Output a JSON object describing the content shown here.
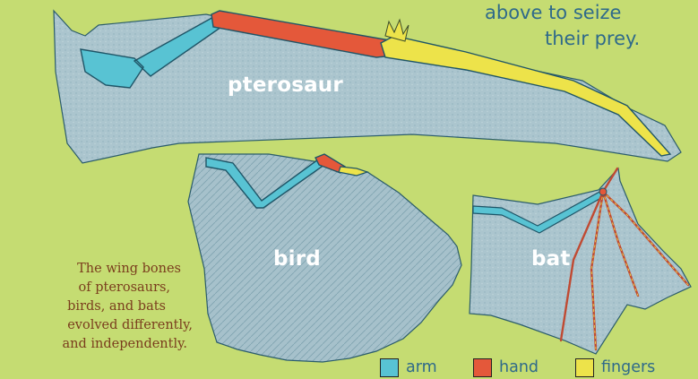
{
  "labels": {
    "pterosaur": "pterosaur",
    "bird": "bird",
    "bat": "bat"
  },
  "top_text": [
    "above to seize",
    "their prey."
  ],
  "caption": [
    "The wing bones",
    "of pterosaurs,",
    "birds, and bats",
    "evolved differently,",
    "and independently."
  ],
  "legend": [
    {
      "label": "arm",
      "color": "#58c3d3"
    },
    {
      "label": "hand",
      "color": "#e4583a"
    },
    {
      "label": "fingers",
      "color": "#ede34a"
    }
  ],
  "colors": {
    "background": "#c5dc72",
    "membrane": "#a9c3cc",
    "bone_outline": "#1f5567"
  }
}
